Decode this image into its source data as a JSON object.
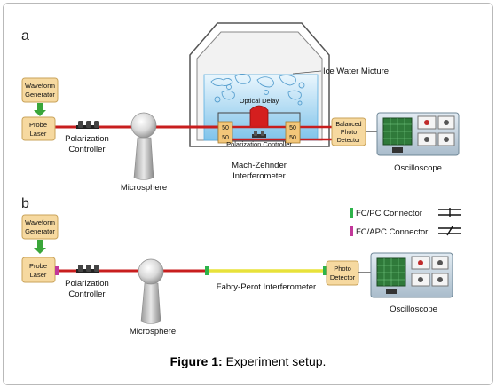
{
  "panel_a": {
    "label": "a",
    "waveform_generator": [
      "Waveform",
      "Generator"
    ],
    "probe_laser": [
      "Probe",
      "Laser"
    ],
    "polarization_controller": [
      "Polarization",
      "Controller"
    ],
    "microsphere": "Microsphere",
    "ice_water": "Ice Water Micture",
    "optical_delay": "Optical Delay",
    "coupler_values": [
      "50",
      "50",
      "50",
      "50"
    ],
    "inner_polarization_controller": "Polarization Controller",
    "balanced_detector": [
      "Balanced",
      "Photo",
      "Detector"
    ],
    "mzi_label": [
      "Mach-Zehnder",
      "Interferometer"
    ],
    "oscilloscope": "Oscilloscope"
  },
  "panel_b": {
    "label": "b",
    "waveform_generator": [
      "Waveform",
      "Generator"
    ],
    "probe_laser": [
      "Probe",
      "Laser"
    ],
    "polarization_controller": [
      "Polarization",
      "Controller"
    ],
    "microsphere": "Microsphere",
    "fpi": "Fabry-Perot Interferometer",
    "photo_detector": [
      "Photo",
      "Detector"
    ],
    "oscilloscope": "Oscilloscope"
  },
  "legend": {
    "fcpc": "FC/PC Connector",
    "fcapc": "FC/APC Connector",
    "fcpc_color": "#2db34a",
    "fcapc_color": "#c2389a"
  },
  "colors": {
    "box_fill": "#f6d9a0",
    "box_stroke": "#c9a35a",
    "fiber_red": "#c81e1e",
    "fiber_yellow": "#e8e23a",
    "arrow_green": "#3aa63a",
    "scope_body": "#c9d7e3",
    "scope_screen": "#2f7a3a"
  },
  "caption": {
    "bold": "Figure 1:",
    "text": " Experiment setup."
  }
}
